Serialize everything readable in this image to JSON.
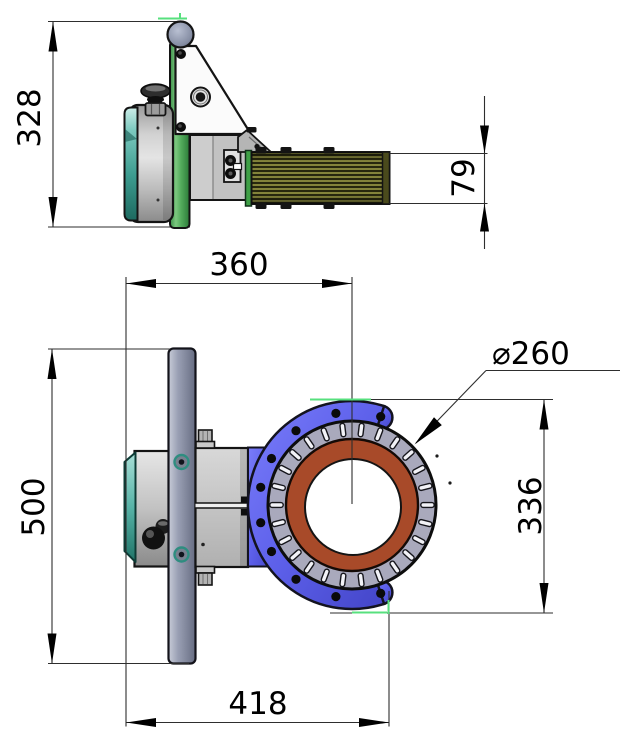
{
  "drawing": {
    "kind": "cad-2d-dimension-drawing",
    "views": [
      "side-view",
      "front-view"
    ]
  },
  "dimensions": {
    "d328": "328",
    "d79": "79",
    "d360": "360",
    "d260": "⌀260",
    "d336": "336",
    "d500": "500",
    "d418": "418"
  },
  "colors": {
    "flange_blue": "#5d60ea",
    "pipe_red": "#a84a29",
    "chain_gray": "#a9a9bc",
    "plate_green": "#55ad5e",
    "hub_teal": "#4aaca0",
    "spool_olive": "#83833a",
    "metal_gray": "#c9c9c9",
    "column_gray": "#9aa0b4",
    "dimension_line": "#2e2e2e",
    "tangent_highlight": "#57e07e"
  }
}
